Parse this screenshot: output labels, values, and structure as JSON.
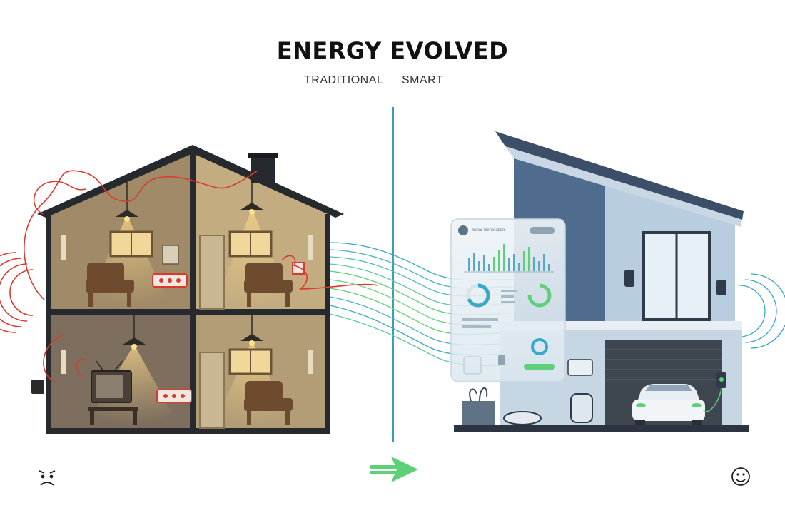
{
  "header": {
    "title": "ENERGY EVOLVED",
    "left_label": "TRADITIONAL",
    "right_label": "SMART"
  },
  "dashboard": {
    "header_text": "Solar Generation"
  },
  "icons": {
    "left_face": "sad-face-icon",
    "right_face": "happy-face-icon",
    "transition": "double-arrow-right-icon"
  },
  "colors": {
    "accent_green": "#5fd07a",
    "accent_teal": "#2a9fb0",
    "waste_red": "#d93a2f",
    "house_dark": "#262a2e",
    "house_blue": "#7f9bb8"
  }
}
